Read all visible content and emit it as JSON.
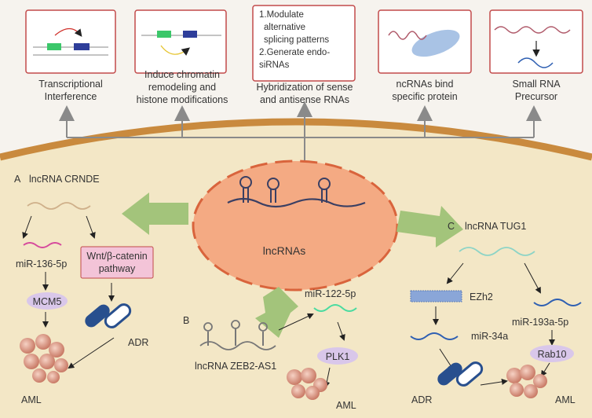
{
  "top_mechanisms": [
    {
      "id": "transcriptional-interference",
      "lines": [
        "Transcriptional",
        "Interference"
      ]
    },
    {
      "id": "chromatin-remodeling",
      "lines": [
        "Induce chromatin",
        "remodeling and",
        "histone modifications"
      ]
    },
    {
      "id": "hybridization",
      "lines": [
        "Hybridization of sense",
        "and antisense RNAs"
      ]
    },
    {
      "id": "ncrna-bind-protein",
      "lines": [
        "ncRNAs bind",
        "specific protein"
      ]
    },
    {
      "id": "small-rna-precursor",
      "lines": [
        "Small RNA",
        "Precursor"
      ]
    }
  ],
  "hybridization_box_lines": [
    "1.Modulate",
    "alternative",
    "splicing patterns",
    "2.Generate endo-",
    "siRNAs"
  ],
  "center": {
    "label": "lncRNAs"
  },
  "panel_a": {
    "letter": "A",
    "title": "lncRNA CRNDE",
    "mirna": "miR-136-5p",
    "pathway_lines": [
      "Wnt/β-catenin",
      "pathway"
    ],
    "target": "MCM5",
    "drug": "ADR",
    "outcome": "AML"
  },
  "panel_b": {
    "letter": "B",
    "title": "lncRNA ZEB2-AS1",
    "mirna": "miR-122-5p",
    "target": "PLK1",
    "outcome": "AML"
  },
  "panel_c": {
    "letter": "C",
    "title": "lncRNA TUG1",
    "enzyme": "EZh2",
    "mirna1": "miR-34a",
    "mirna2": "miR-193a-5p",
    "target": "Rab10",
    "drug": "ADR",
    "outcome": "AML"
  },
  "colors": {
    "cell_membrane": "#c98a3e",
    "cytoplasm": "#f3e7c6",
    "background": "#f6f3ee",
    "nucleus": "#f4aa83",
    "nucleus_border": "#d9643c",
    "green_arrow": "#a3c47b",
    "box_border": "#c24a4a",
    "pathway_fill": "#f3c4d8",
    "target_fill": "#d9c7ea",
    "capsule": "#284f8e",
    "cell_cluster": "#d89c8a"
  }
}
